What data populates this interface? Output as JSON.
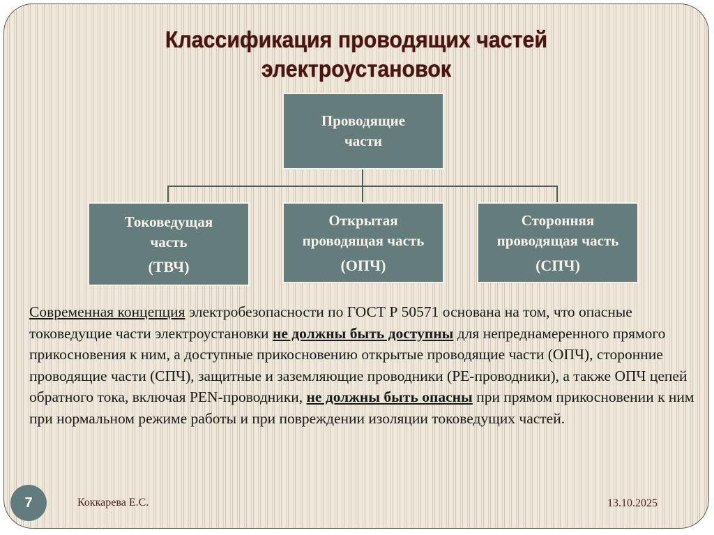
{
  "slide": {
    "title_line1": "Классификация проводящих частей",
    "title_line2": "электроустановок",
    "root_box": {
      "line1": "Проводящие",
      "line2": "части"
    },
    "child_boxes": [
      {
        "line1": "Токоведущая",
        "line2": "часть",
        "abbr": "(ТВЧ)"
      },
      {
        "line1": "Открытая",
        "line2": "проводящая часть",
        "abbr": "(ОПЧ)"
      },
      {
        "line1": "Сторонняя",
        "line2": "проводящая часть",
        "abbr": "(СПЧ)"
      }
    ],
    "body": {
      "underlined_lead": "Современная концепция",
      "segment1": " электробезопасности по ГОСТ Р 50571 основана на том, что опасные токоведущие части электроустановки ",
      "emphasis1": "не должны быть доступны",
      "segment2": " для непреднамеренного прямого прикосновения к ним, а доступные прикосновению открытые проводящие части (ОПЧ), сторонние проводящие части (СПЧ), защитные и заземляющие проводники (PE-проводники), а также ОПЧ цепей обратного тока, включая PEN-проводники, ",
      "emphasis2": "не должны быть опасны",
      "segment3": " при прямом прикосновении к ним при нормальном режиме работы и при повреждении изоляции токоведущих частей."
    },
    "footer": {
      "page_number": "7",
      "author": "Коккарева Е.С.",
      "date": "13.10.2025"
    },
    "colors": {
      "title": "#4a1510",
      "box_fill": "#657c7c",
      "box_text": "#f6f2ea",
      "background": "#efe8da",
      "page_circle": "#627b7c"
    }
  }
}
